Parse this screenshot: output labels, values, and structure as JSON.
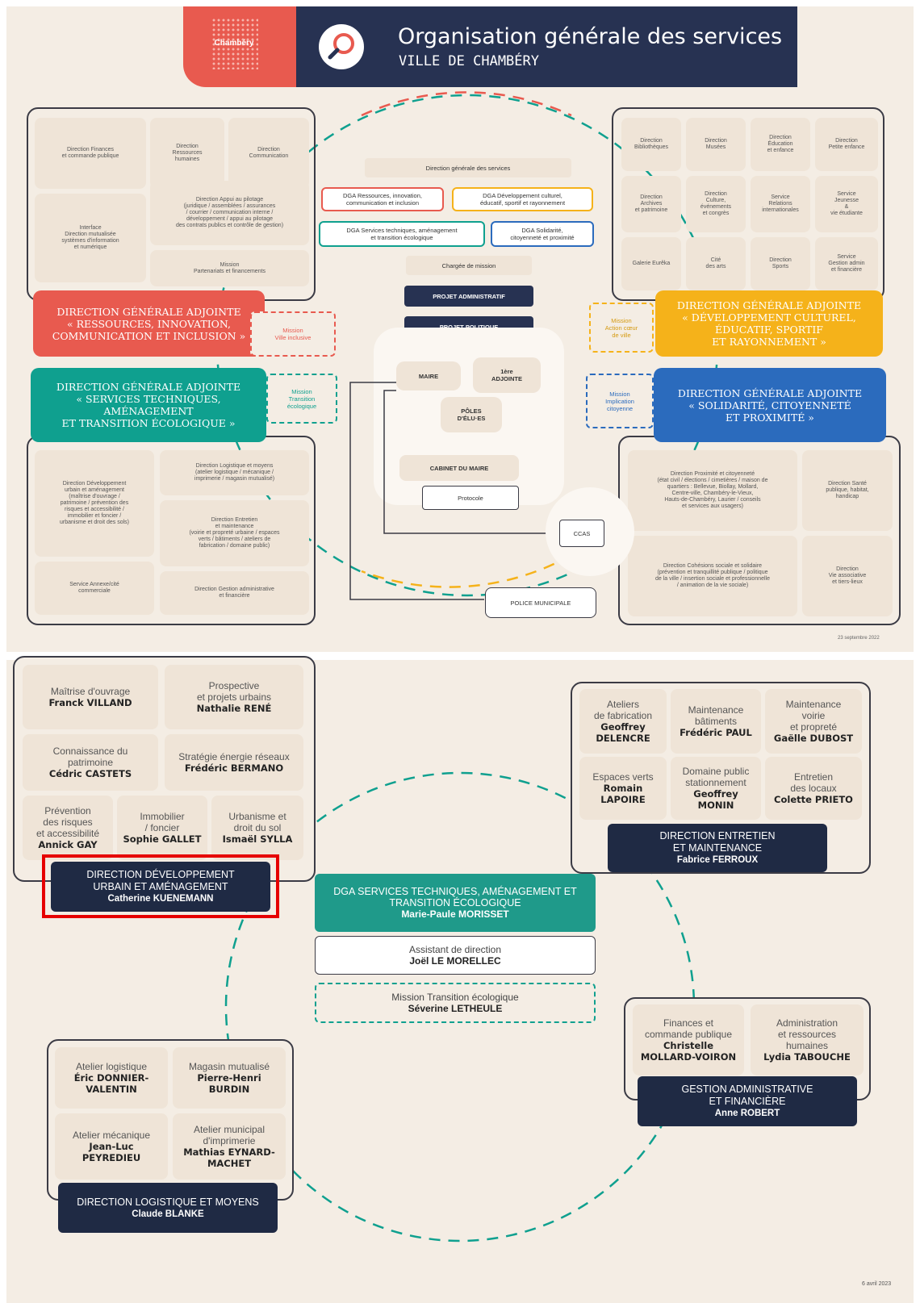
{
  "header": {
    "logo_text": "Chambéry",
    "title": "Organisation générale des services",
    "subtitle": "VILLE DE CHAMBÉRY",
    "icon": "magnifier-icon"
  },
  "colors": {
    "navy": "#273252",
    "red": "#e85a4f",
    "yellow": "#f5b21a",
    "teal": "#0fa08f",
    "blue": "#2b6bbd",
    "beige": "#f4ede4",
    "card": "#efe4d7"
  },
  "top": {
    "center": {
      "dgs": "Direction générale des services",
      "dga_tags": [
        "DGA Ressources, innovation,\ncommunication et inclusion",
        "DGA Développement culturel,\néducatif, sportif et rayonnement",
        "DGA Services techniques, aménagement\net transition écologique",
        "DGA Solidarité,\ncitoyenneté et proximité"
      ],
      "chargee_mission": "Chargée de mission",
      "projet_admin": "PROJET ADMINISTRATIF",
      "projet_politique": "PROJET POLITIQUE",
      "maire": "MAIRE",
      "adjointe": "1ère\nADJOINTE",
      "poles": "PÔLES\nD'ÉLU·ES",
      "cabinet": "CABINET DU MAIRE",
      "protocole": "Protocole",
      "ccas": "CCAS",
      "police": "POLICE MUNICIPALE"
    },
    "q_topleft": [
      "Direction Finances\net commande publique",
      "Direction\nRessources\nhumaines",
      "Direction\nCommunication",
      "Interface\nDirection mutualisée\nsystèmes d'information\net numérique",
      "Direction Appui au pilotage\n(juridique / assemblées / assurances\n/ courrier / communication interne /\ndéveloppement / appui au pilotage\ndes contrats publics et contrôle de gestion)",
      "Mission\nPartenariats et financements"
    ],
    "q_topright": [
      "Direction\nBibliothèques",
      "Direction\nMusées",
      "Direction\nÉducation\net enfance",
      "Direction\nPetite enfance",
      "Direction\nArchives\net patrimoine",
      "Direction\nCulture,\névénements\net congrès",
      "Service\nRelations\ninternationales",
      "Service\nJeunesse\n&\nvie étudiante",
      "Galerie Eurêka",
      "Cité\ndes arts",
      "Direction\nSports",
      "Service\nGestion admin\net financière"
    ],
    "q_botleft": [
      "Direction Développement\nurbain et aménagement\n(maîtrise d'ouvrage /\npatrimoine / prévention des\nrisques et accessibilité /\nimmobilier et foncier /\nurbanisme et droit des sols)",
      "Direction Logistique et moyens\n(atelier logistique / mécanique /\nimprimerie / magasin mutualisé)",
      "Direction Entretien\net maintenance\n(voirie et propreté urbaine / espaces\nverts / bâtiments / ateliers de\nfabrication / domaine public)",
      "Service Annexe/cité\ncommerciale",
      "Direction Gestion administrative\net financière"
    ],
    "q_botright": [
      "Direction Proximité et citoyenneté\n(état civil / élections / cimetières / maison de\nquartiers : Bellevue, Biollay, Mollard,\nCentre-ville, Chambéry-le-Vieux,\nHauts-de-Chambéry, Laurier / conseils\net services aux usagers)",
      "Direction Santé\npublique, habitat,\nhandicap",
      "Direction Cohésions sociale et solidaire\n(prévention et tranquillité publique / politique\nde la ville / insertion sociale et professionnelle\n/ animation de la vie sociale)",
      "Direction\nVie associative\net tiers-lieux"
    ],
    "dga_red": "DIRECTION GÉNÉRALE ADJOINTE\n« RESSOURCES, INNOVATION,\nCOMMUNICATION ET INCLUSION »",
    "dga_yellow": "DIRECTION GÉNÉRALE ADJOINTE\n« DÉVELOPPEMENT CULTUREL,\nÉDUCATIF, SPORTIF\nET RAYONNEMENT »",
    "dga_teal": "DIRECTION GÉNÉRALE ADJOINTE\n« SERVICES TECHNIQUES,\nAMÉNAGEMENT\nET TRANSITION ÉCOLOGIQUE »",
    "dga_blue": "DIRECTION GÉNÉRALE ADJOINTE\n« SOLIDARITÉ, CITOYENNETÉ\nET PROXIMITÉ »",
    "mission_red": "Mission\nVille inclusive",
    "mission_yellow": "Mission\nAction cœur\nde ville",
    "mission_teal": "Mission\nTransition\nécologique",
    "mission_blue": "Mission\nImplication\ncitoyenne",
    "date": "23 septembre 2022"
  },
  "bottom": {
    "dur": {
      "cards": [
        {
          "t": "Maîtrise d'ouvrage",
          "n": "Franck VILLAND"
        },
        {
          "t": "Prospective\net projets urbains",
          "n": "Nathalie RENÉ"
        },
        {
          "t": "Connaissance du\npatrimoine",
          "n": "Cédric CASTETS"
        },
        {
          "t": "Stratégie énergie réseaux",
          "n": "Frédéric BERMANO"
        },
        {
          "t": "Prévention\ndes risques\net accessibilité",
          "n": "Annick GAY"
        },
        {
          "t": "Immobilier\n/ foncier",
          "n": "Sophie GALLET"
        },
        {
          "t": "Urbanisme et\ndroit du sol",
          "n": "Ismaël SYLLA"
        }
      ],
      "title": "DIRECTION DÉVELOPPEMENT\nURBAIN ET AMÉNAGEMENT",
      "head": "Catherine KUENEMANN"
    },
    "dem": {
      "cards": [
        {
          "t": "Ateliers\nde fabrication",
          "n": "Geoffrey\nDELENCRE"
        },
        {
          "t": "Maintenance\nbâtiments",
          "n": "Frédéric PAUL"
        },
        {
          "t": "Maintenance\nvoirie\net propreté",
          "n": "Gaëlle DUBOST"
        },
        {
          "t": "Espaces verts",
          "n": "Romain\nLAPOIRE"
        },
        {
          "t": "Domaine public\nstationnement",
          "n": "Geoffrey\nMONIN"
        },
        {
          "t": "Entretien\ndes locaux",
          "n": "Colette PRIETO"
        }
      ],
      "title": "DIRECTION ENTRETIEN\nET MAINTENANCE",
      "head": "Fabrice FERROUX"
    },
    "center": {
      "dga_title": "DGA SERVICES TECHNIQUES, AMÉNAGEMENT ET\nTRANSITION ÉCOLOGIQUE",
      "dga_head": "Marie-Paule MORISSET",
      "assistant_title": "Assistant de direction",
      "assistant_name": "Joël LE MORELLEC",
      "mission_title": "Mission Transition écologique",
      "mission_name": "Séverine LETHEULE"
    },
    "gaf": {
      "cards": [
        {
          "t": "Finances et\ncommande publique",
          "n": "Christelle\nMOLLARD-VOIRON"
        },
        {
          "t": "Administration\net ressources\nhumaines",
          "n": "Lydia TABOUCHE"
        }
      ],
      "title": "GESTION ADMINISTRATIVE\nET FINANCIÈRE",
      "head": "Anne ROBERT"
    },
    "dlm": {
      "cards": [
        {
          "t": "Atelier logistique",
          "n": "Éric DONNIER-\nVALENTIN"
        },
        {
          "t": "Magasin mutualisé",
          "n": "Pierre-Henri\nBURDIN"
        },
        {
          "t": "Atelier mécanique",
          "n": "Jean-Luc\nPEYREDIEU"
        },
        {
          "t": "Atelier municipal\nd'imprimerie",
          "n": "Mathias EYNARD-\nMACHET"
        }
      ],
      "title": "DIRECTION LOGISTIQUE ET MOYENS",
      "head": "Claude BLANKE"
    },
    "date": "6 avril 2023"
  }
}
